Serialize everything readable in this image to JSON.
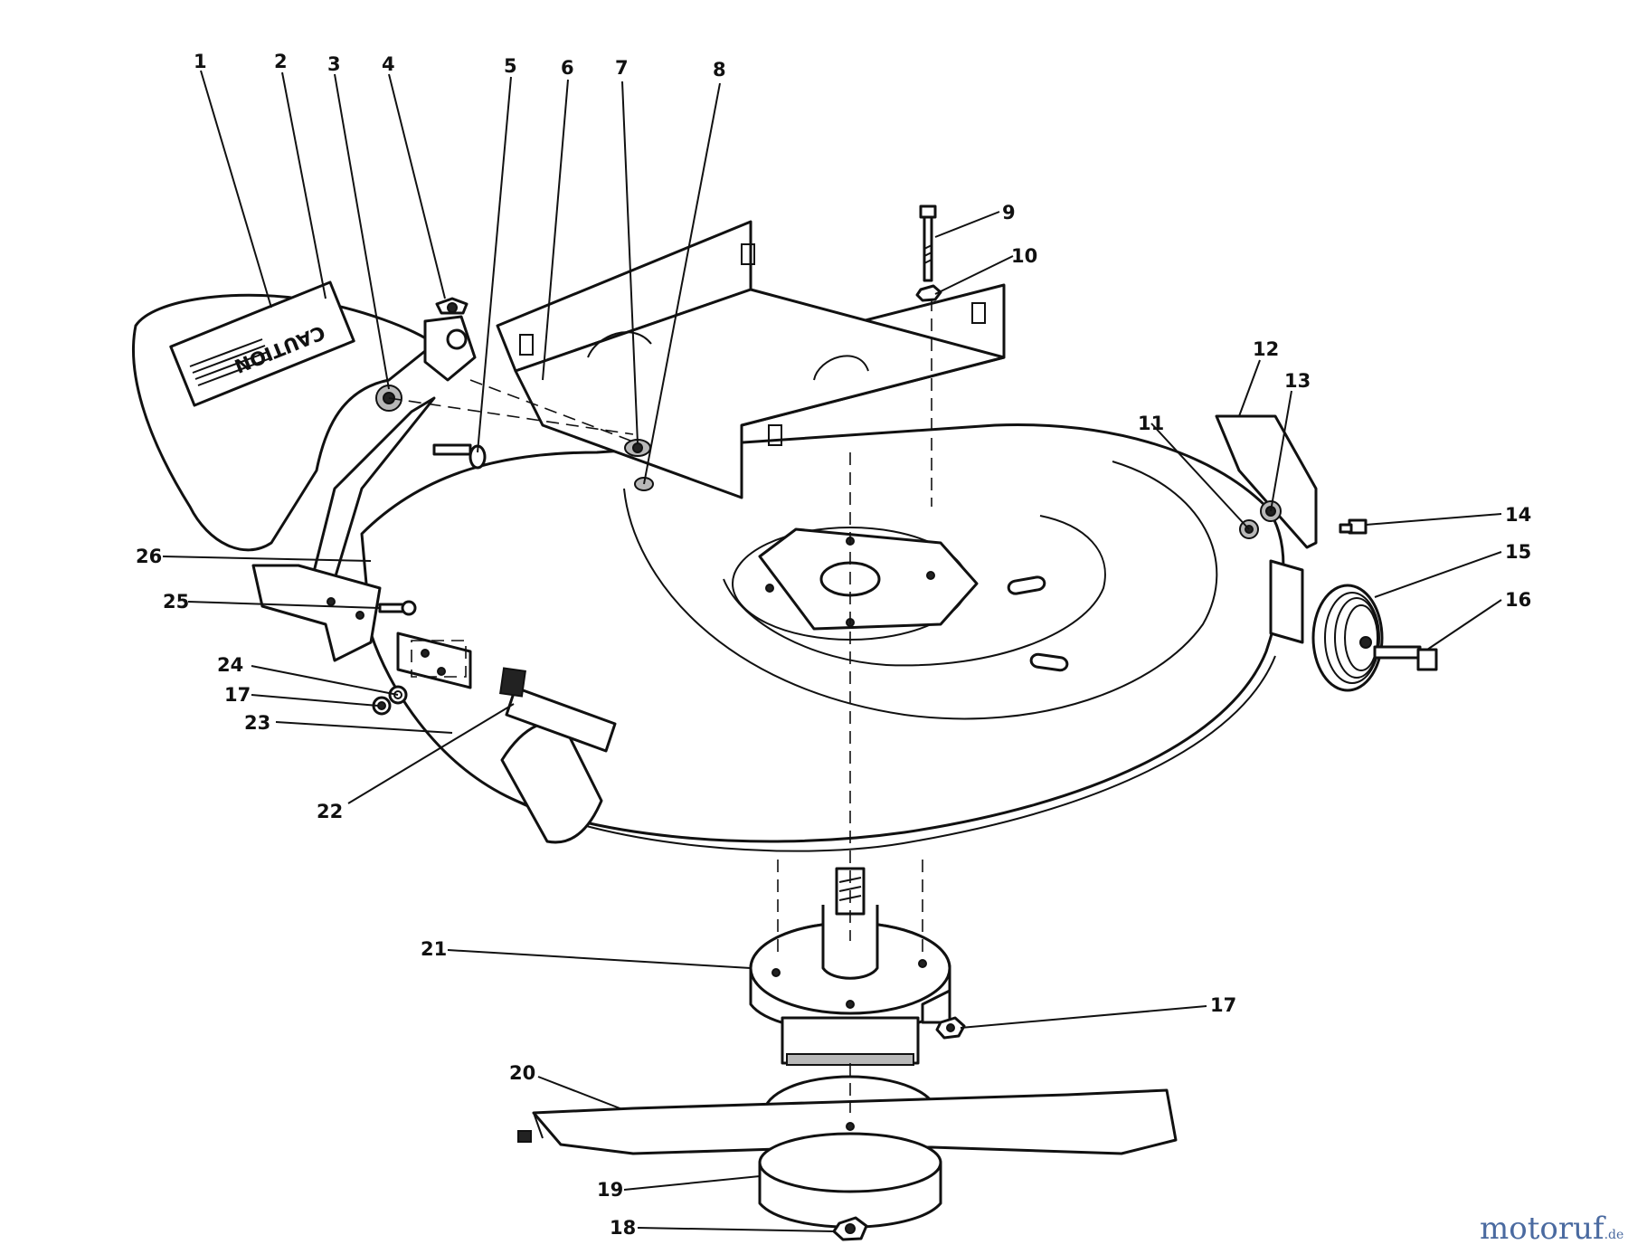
{
  "decal_text": "CAUTION",
  "callouts": [
    "1",
    "2",
    "3",
    "4",
    "5",
    "6",
    "7",
    "8",
    "9",
    "10",
    "11",
    "12",
    "13",
    "14",
    "15",
    "16",
    "17",
    "18",
    "19",
    "20",
    "21",
    "22",
    "23",
    "24",
    "17",
    "25",
    "26"
  ],
  "watermark": {
    "brand": "motoruf",
    "tld": ".de"
  },
  "colors": {
    "ink": "#111111",
    "watermark_blue": "#4a6aa0",
    "watermark_orange": "#e07a3a"
  }
}
